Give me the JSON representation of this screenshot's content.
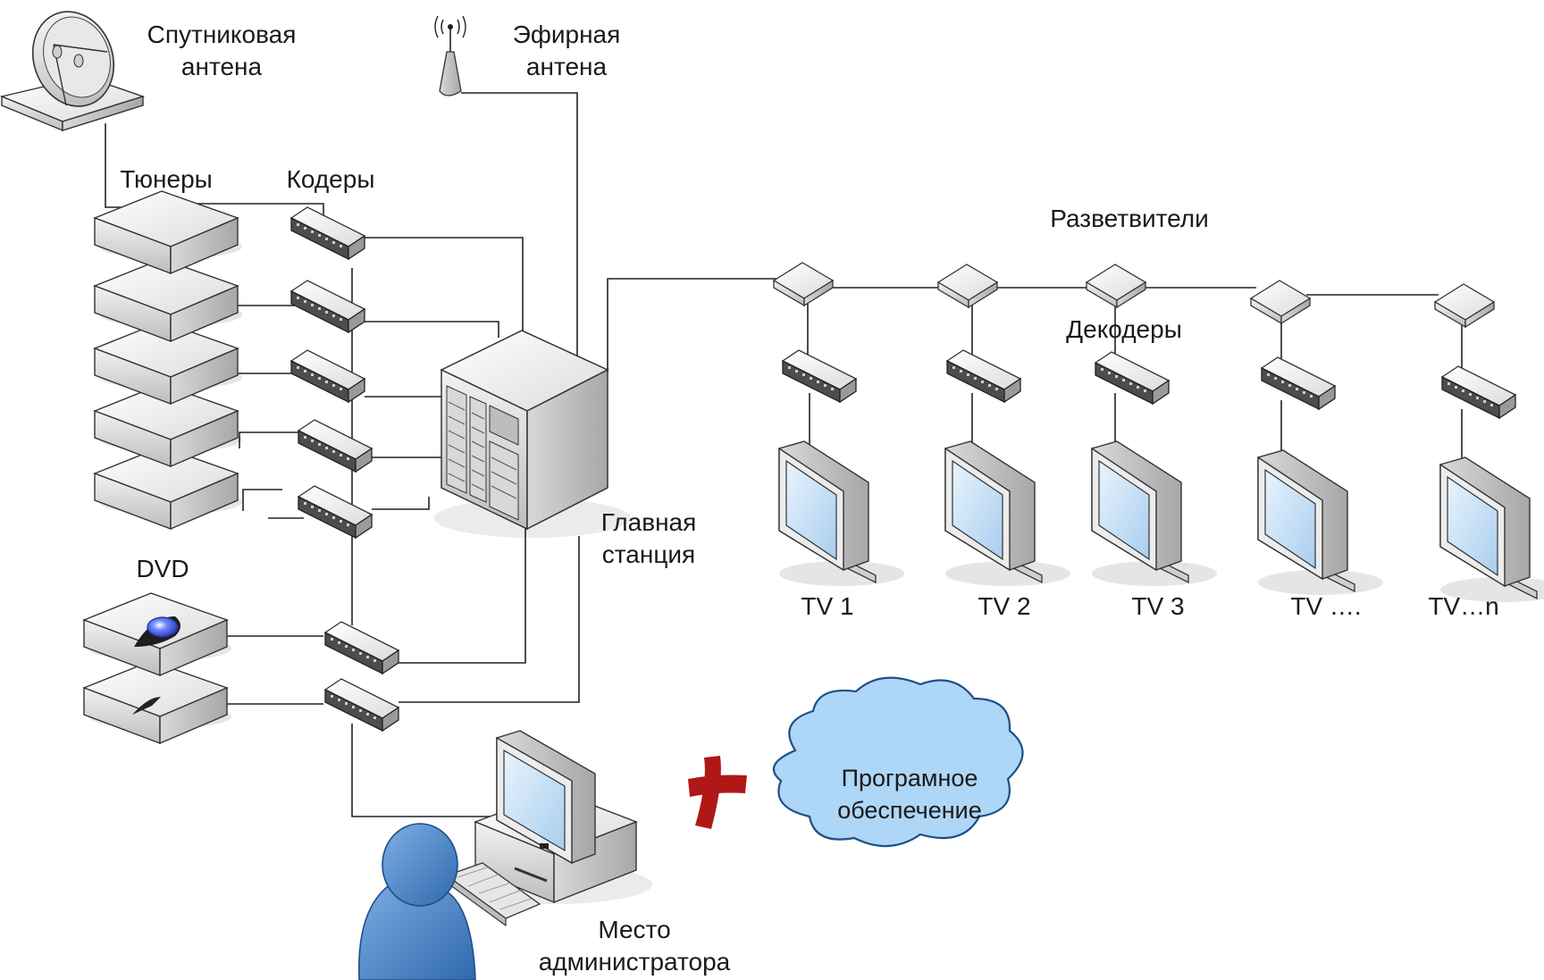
{
  "labels": {
    "satellite_line1": "Спутниковая",
    "satellite_line2": "антена",
    "air_line1": "Эфирная",
    "air_line2": "антена",
    "tuners": "Тюнеры",
    "coders": "Кодеры",
    "splitters": "Разветвители",
    "decoders": "Декодеры",
    "head_line1": "Главная",
    "head_line2": "станция",
    "dvd": "DVD",
    "admin_line1": "Место",
    "admin_line2": "администратора",
    "software_line1": "Програмное",
    "software_line2": "обеспечение"
  },
  "tvs": [
    "TV 1",
    "TV 2",
    "TV 3",
    "TV ….",
    "TV…n"
  ],
  "colors": {
    "cloud_fill": "#aed6f6",
    "cloud_stroke": "#1e4f86",
    "user_fill": "#4a86c8",
    "plus": "#b01818",
    "screen": "#c6e1f7",
    "dvd_disc": "#4a5bd8"
  }
}
